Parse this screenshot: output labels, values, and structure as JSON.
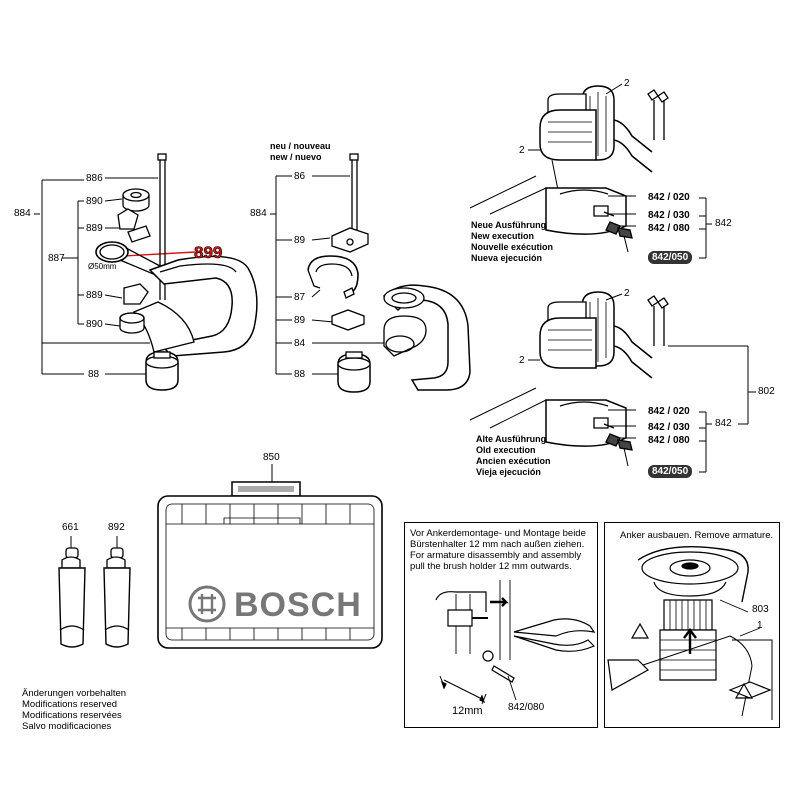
{
  "diagram": {
    "left_group": {
      "parts": [
        "886",
        "884",
        "890",
        "889",
        "887",
        "889",
        "890",
        "88"
      ],
      "highlight": "899",
      "diameter_label": "Ø50mm"
    },
    "middle_group": {
      "header_line1": "neu / nouveau",
      "header_line2": "new / nuevo",
      "parts": [
        "86",
        "884",
        "89",
        "87",
        "89",
        "84",
        "88"
      ]
    },
    "motor_new": {
      "labels": [
        "2",
        "2"
      ],
      "caption": [
        "Neue Ausführung",
        "New execution",
        "Nouvelle exécution",
        "Nueva ejecución"
      ],
      "codes": [
        "842 / 020",
        "842 / 030",
        "842 / 080"
      ],
      "badge": "842/050",
      "group": "842"
    },
    "motor_old": {
      "labels": [
        "2",
        "2"
      ],
      "caption": [
        "Alte Ausführung",
        "Old execution",
        "Ancien exécution",
        "Vieja ejecución"
      ],
      "codes": [
        "842 / 020",
        "842 / 030",
        "842 / 080"
      ],
      "badge": "842/050",
      "group": "842",
      "assembly": "802"
    },
    "case": {
      "part": "850",
      "brand": "BOSCH"
    },
    "tubes": [
      "661",
      "892"
    ],
    "disclaimer": [
      "Änderungen vorbehalten",
      "Modifications reserved",
      "Modifications reservées",
      "Salvo modificaciones"
    ],
    "detail_brush": {
      "text": [
        "Vor Ankerdemontage- und Montage beide",
        "Bürstenhalter 12 mm nach außen ziehen.",
        "For armature disassembly and assembly",
        "pull the brush holder 12 mm outwards."
      ],
      "dimension": "12mm",
      "part": "842/080"
    },
    "detail_armature": {
      "text": "Anker ausbauen. Remove armature.",
      "parts": [
        "803",
        "1"
      ]
    }
  }
}
